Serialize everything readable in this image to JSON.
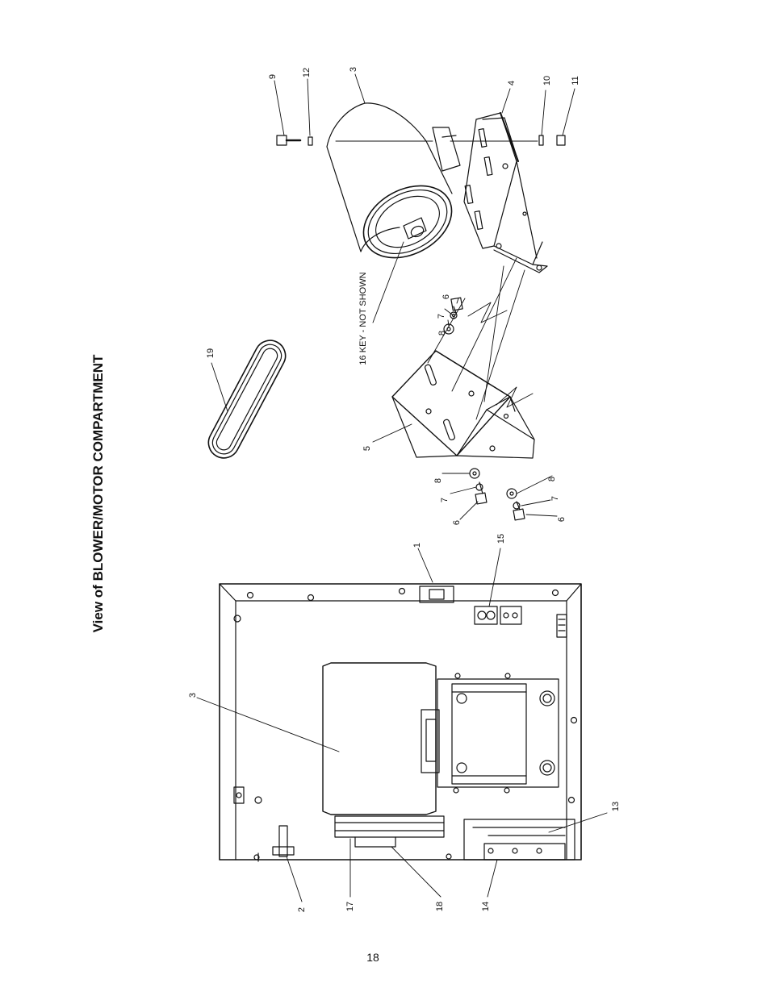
{
  "title": "View of BLOWER/MOTOR COMPARTMENT",
  "note": "16 KEY - NOT SHOWN",
  "page_number": "18",
  "callouts": {
    "c9": "9",
    "c12": "12",
    "c3_top": "3",
    "c4": "4",
    "c10": "10",
    "c11": "11",
    "c19": "19",
    "c5": "5",
    "c6a": "6",
    "c7a": "7",
    "c8a": "8",
    "c6b": "6",
    "c7b": "7",
    "c8b": "8",
    "c6c": "6",
    "c7c": "7",
    "c8c": "8",
    "c1": "1",
    "c15": "15",
    "c3_bottom": "3",
    "c13": "13",
    "c2": "2",
    "c17": "17",
    "c18": "18",
    "c14": "14"
  }
}
